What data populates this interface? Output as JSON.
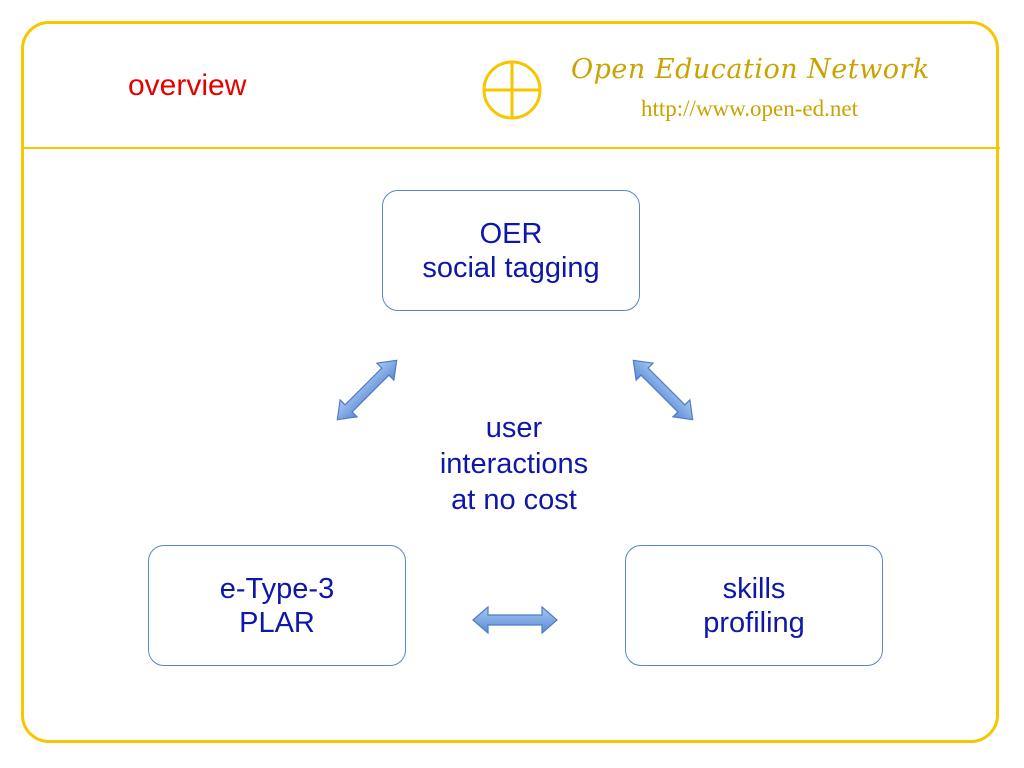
{
  "header": {
    "title": "overview",
    "brand_name": "Open Education Network",
    "brand_url": "http://www.open-ed.net"
  },
  "diagram": {
    "top_node": {
      "line1": "OER",
      "line2": "social tagging"
    },
    "left_node": {
      "line1": "e-Type-3",
      "line2": "PLAR"
    },
    "right_node": {
      "line1": "skills",
      "line2": "profiling"
    },
    "center": {
      "line1": "user",
      "line2": "interactions",
      "line3": "at no cost"
    }
  },
  "colors": {
    "frame": "#f7c600",
    "title": "#e60000",
    "brand": "#c9a300",
    "node_text": "#0d17a8",
    "node_border": "#5b86c9",
    "arrow": "#6f9ee0"
  },
  "icons": {
    "logo": "circle-cross-logo-icon"
  }
}
